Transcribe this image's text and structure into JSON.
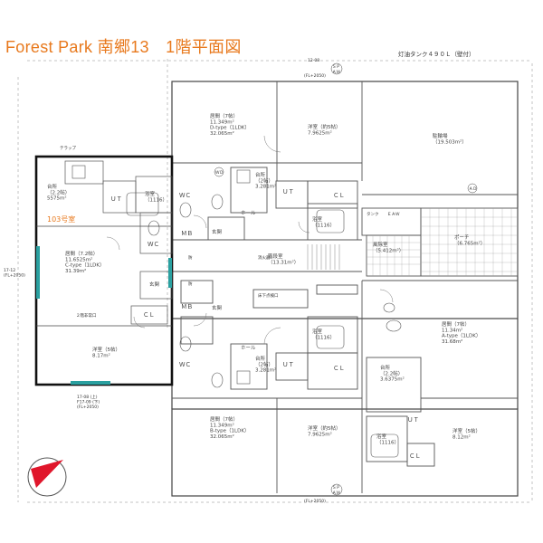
{
  "title": "Forest Park 南郷13　1階平面図",
  "highlight_label": "103号室",
  "oil_tank": "灯油タンク４９０Ｌ（壁付）",
  "rooms": {
    "c_kitchen": [
      "台所",
      "（2.2帖）",
      "5575m²"
    ],
    "c_ut": [
      "ＵＴ"
    ],
    "c_bath": [
      "浴室",
      "（1116）"
    ],
    "c_wc": [
      "ＷＣ"
    ],
    "c_living": [
      "居間（7.2帖）",
      "11.6525m²",
      "C-type（1LDK）",
      "31.39m²"
    ],
    "c_entry": [
      "玄関"
    ],
    "c_cl": [
      "ＣＬ"
    ],
    "c_western": [
      "洋室（5帖）",
      "8.17m²"
    ],
    "d_living": [
      "居間（7帖）",
      "11.349m²",
      "D-type（1LDK）",
      "32.065m²"
    ],
    "d_western": [
      "洋室（約5帖）",
      "7.9625m²"
    ],
    "parking": [
      "駐輪場",
      "（19.503m²）"
    ],
    "d_kitchen": [
      "台所",
      "（2帖）",
      "3.281m²"
    ],
    "d_wc": [
      "ＷＣ"
    ],
    "d_ut": [
      "ＵＴ"
    ],
    "d_cl": [
      "ＣＬ"
    ],
    "d_bath": [
      "浴室",
      "（1116）"
    ],
    "d_hall": [
      "ホール"
    ],
    "d_entry": [
      "玄関"
    ],
    "mb_upper": [
      "ＭＢ"
    ],
    "stair": [
      "階段室",
      "（13.31m²）"
    ],
    "wind": [
      "風除室",
      "（5.412m²）"
    ],
    "porch": [
      "ポーチ",
      "（6.765m²）"
    ],
    "tank": [
      "タンク"
    ],
    "b_living": [
      "居間（7帖）",
      "11.349m²",
      "B-type（1LDK）",
      "32.065m²"
    ],
    "b_western": [
      "洋室（約5帖）",
      "7.9625m²"
    ],
    "b_kitchen": [
      "台所",
      "（2帖）",
      "3.281m²"
    ],
    "b_wc": [
      "ＷＣ"
    ],
    "b_ut": [
      "ＵＴ"
    ],
    "b_cl": [
      "ＣＬ"
    ],
    "b_bath": [
      "浴室",
      "（1116）"
    ],
    "b_hall": [
      "ホール"
    ],
    "b_entry": [
      "玄関"
    ],
    "mb_lower": [
      "ＭＢ"
    ],
    "a_living": [
      "居間（7帖）",
      "11.34m²",
      "A-type（1LDK）",
      "31.68m²"
    ],
    "a_kitchen": [
      "台所",
      "（2.2帖）",
      "3.6375m²"
    ],
    "a_bath": [
      "浴室",
      "（1116）"
    ],
    "a_western": [
      "洋室（5帖）",
      "8.12m²"
    ],
    "a_ut": [
      "ＵＴ"
    ],
    "a_cl": [
      "ＣＬ"
    ]
  },
  "tags": [
    "ＳＰ",
    "ＡＷ",
    "ＷＤ",
    "防",
    "床下点検口",
    "消火器",
    "ＥＡＷ",
    "ＡＤ",
    "テラップ",
    "２階非常口"
  ],
  "notes": {
    "top_center": "(FL+2050)",
    "bottom_center": "(FL+2050)",
    "bottom_left": "17-08 (上)\nF17-09 (下)\n(FL+2050)",
    "left_side": "17-12\n(FL+2050)",
    "top_window": "12-08"
  },
  "colors": {
    "accent": "#e8791d",
    "window": "#2aa0a0",
    "compass": "#e0162b",
    "bold_wall": "#111111"
  }
}
